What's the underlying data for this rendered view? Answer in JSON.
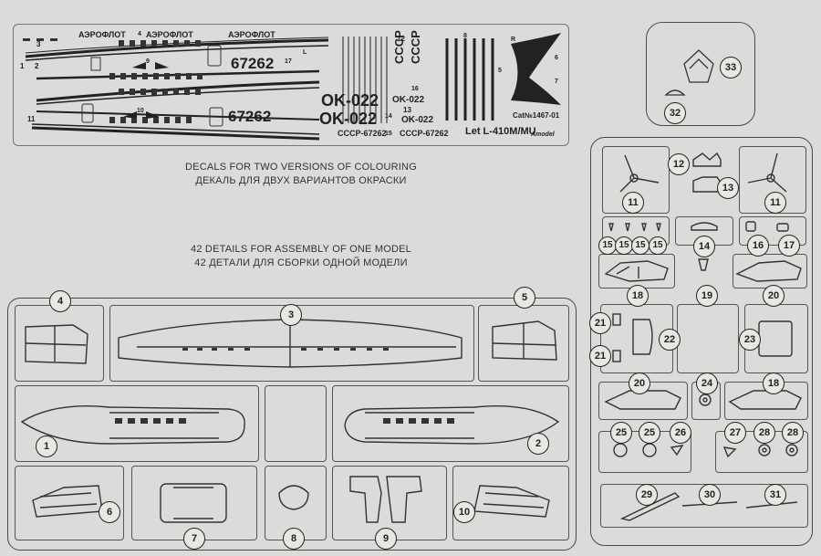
{
  "decal_sheet": {
    "aeroflot": [
      "АЭРОФЛОТ",
      "АЭРОФЛОТ",
      "АЭРОФЛОТ"
    ],
    "reg_top": "67262",
    "reg_bottom": "67262",
    "ok_upper": "OK-022",
    "ok_lower": "OK-022",
    "ok_small_1": "OK-022",
    "ok_small_2": "OK-022",
    "cccp_1": "CCCP",
    "cccp_2": "CCCP",
    "cccp_reg_1": "CCCP-67262",
    "cccp_reg_2": "CCCP-67262",
    "model_name": "Let L-410M/MU",
    "cat_no": "Cat№1467-01",
    "brand": "Amodel",
    "marks": [
      "1",
      "2",
      "3",
      "4",
      "9",
      "10",
      "11",
      "12",
      "13",
      "14",
      "15",
      "16",
      "17",
      "5",
      "6",
      "7",
      "8",
      "R",
      "L"
    ]
  },
  "captions": {
    "decals_en": "DECALS FOR TWO VERSIONS OF COLOURING",
    "decals_ru": "ДЕКАЛЬ ДЛЯ ДВУХ ВАРИАНТОВ ОКРАСКИ",
    "details_en": "42 DETAILS FOR ASSEMBLY OF ONE MODEL",
    "details_ru": "42 ДЕТАЛИ ДЛЯ СБОРКИ ОДНОЙ МОДЕЛИ"
  },
  "part_numbers": {
    "p1": "1",
    "p2": "2",
    "p3": "3",
    "p4": "4",
    "p5": "5",
    "p6": "6",
    "p7": "7",
    "p8": "8",
    "p9": "9",
    "p10": "10",
    "p11": "11",
    "p12": "12",
    "p13": "13",
    "p14": "14",
    "p15": "15",
    "p16": "16",
    "p17": "17",
    "p18": "18",
    "p19": "19",
    "p20": "20",
    "p21": "21",
    "p22": "22",
    "p23": "23",
    "p24": "24",
    "p25": "25",
    "p26": "26",
    "p27": "27",
    "p28": "28",
    "p29": "29",
    "p30": "30",
    "p31": "31",
    "p32": "32",
    "p33": "33"
  }
}
